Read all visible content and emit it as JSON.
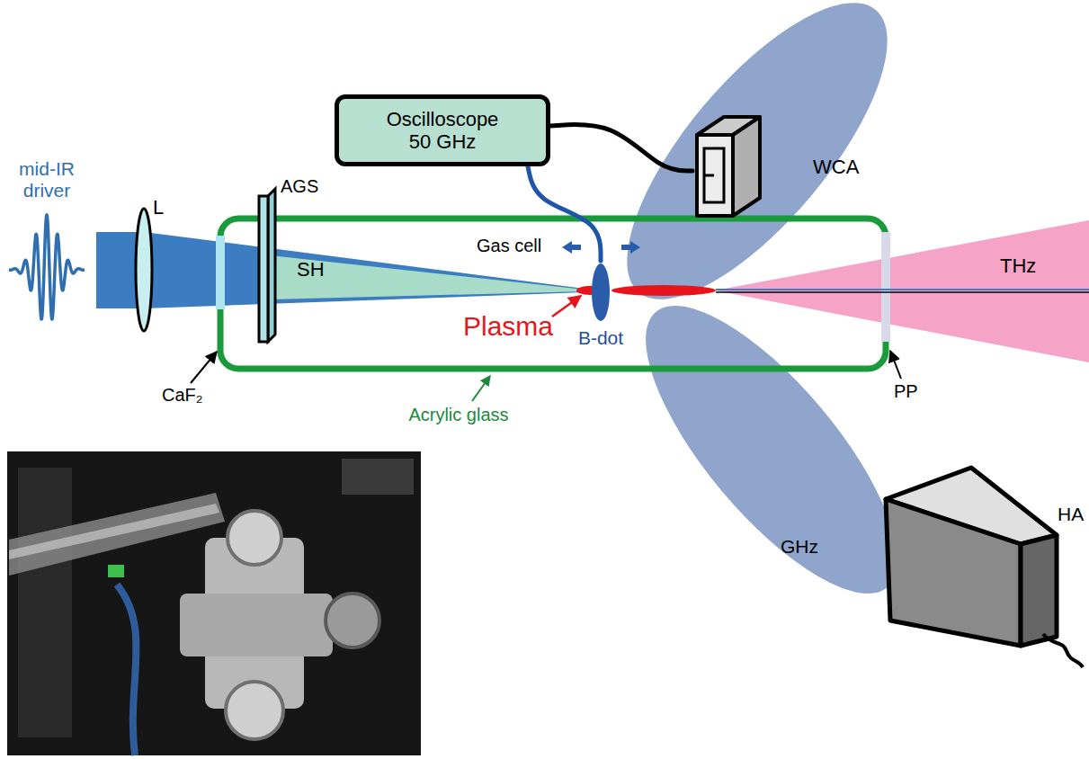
{
  "diagram": {
    "nodes": [
      {
        "text": [
          "Oscilloscope 50 GHz"
        ]
      },
      {
        "text": [
          "WCA"
        ]
      },
      {
        "text": [
          "B-dot"
        ]
      }
    ],
    "edges": [
      {
        "from": 0,
        "to": 2,
        "arrow": "none"
      },
      {
        "from": 0,
        "to": 1,
        "arrow": "none"
      }
    ],
    "labels": [
      "mid-IR driver",
      "L",
      "AGS",
      "SH",
      "CaF₂",
      "Gas cell",
      "Plasma",
      "Acrylic glass",
      "THz",
      "PP",
      "GHz",
      "HA"
    ]
  }
}
